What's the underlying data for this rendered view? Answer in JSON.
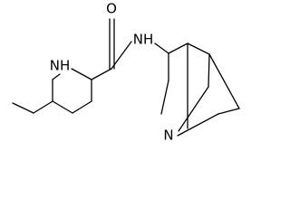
{
  "molecule": {
    "atoms": {
      "oxygen": "O",
      "amide_nitrogen": "NH",
      "piperidine_nitrogen": "NH",
      "quinuclidine_nitrogen": "N"
    },
    "colors": {
      "ink": "#000000",
      "background": "#ffffff"
    }
  }
}
